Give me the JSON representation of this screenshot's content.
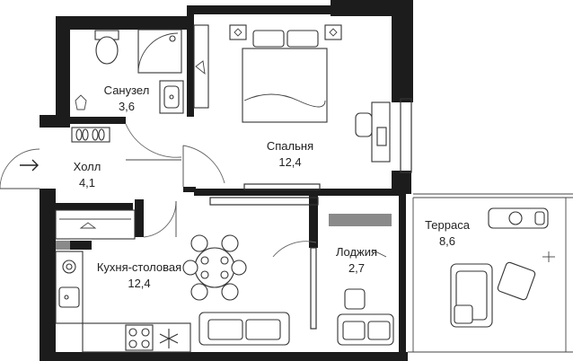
{
  "rooms": {
    "bathroom": {
      "name": "Санузел",
      "area": "3,6"
    },
    "hall": {
      "name": "Холл",
      "area": "4,1"
    },
    "bedroom": {
      "name": "Спальня",
      "area": "12,4"
    },
    "kitchen": {
      "name": "Кухня-столовая",
      "area": "12,4"
    },
    "loggia": {
      "name": "Лоджия",
      "area": "2,7"
    },
    "terrace": {
      "name": "Терраса",
      "area": "8,6"
    }
  },
  "icons": {
    "entrance": "arrow-right-icon",
    "toilet": "toilet-icon",
    "shower": "shower-icon",
    "sink": "sink-icon",
    "washer": "washing-machine-icon",
    "stove": "cooktop-icon",
    "fridge": "snowflake-icon"
  },
  "colors": {
    "wall": "#1c1c1c",
    "line": "#333333",
    "background": "#ffffff",
    "accent_grey": "#8a8a8a"
  }
}
